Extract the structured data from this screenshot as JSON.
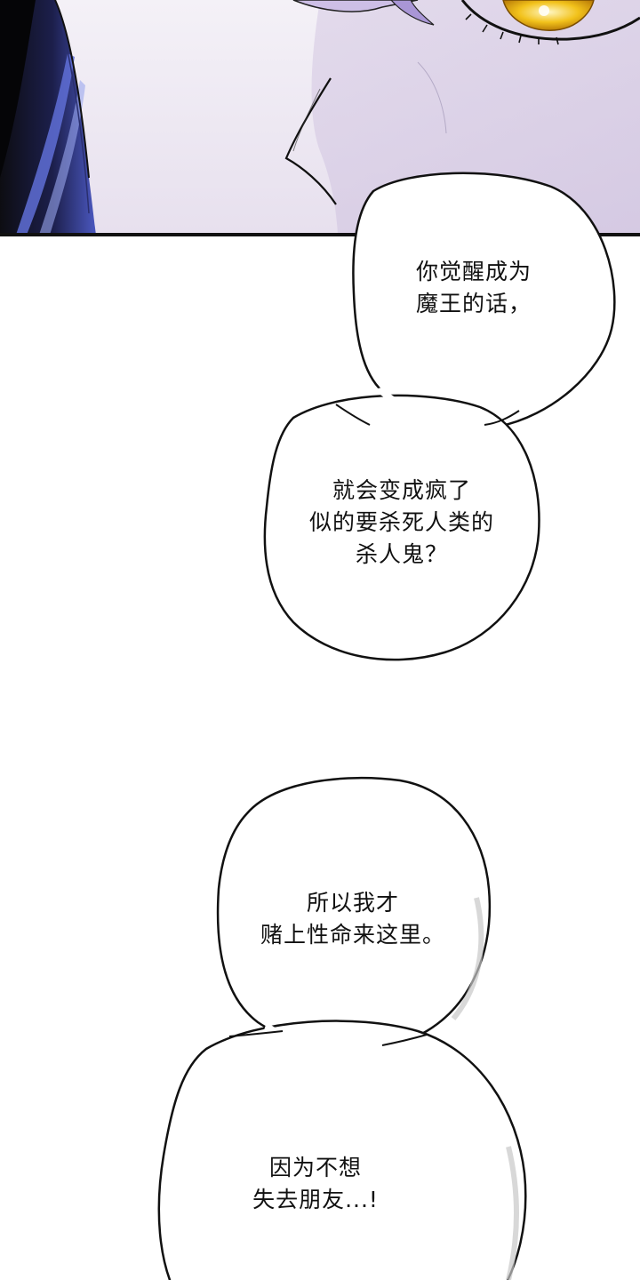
{
  "bubbles": [
    {
      "lines": [
        "你觉醒成为",
        "魔王的话，"
      ]
    },
    {
      "lines": [
        "就会变成疯了",
        "似的要杀死人类的",
        "杀人鬼？"
      ]
    },
    {
      "lines": [
        "所以我才",
        "赌上性命来这里。"
      ]
    },
    {
      "lines": [
        "因为不想",
        "失去朋友...!"
      ]
    }
  ],
  "colors": {
    "ink": "#111111",
    "panel_face": "#efeaf3",
    "panel_hair_dark": "#1d1f4a",
    "panel_hair_blue": "#5563c9",
    "eye_gold": "#f2c21b",
    "background": "#ffffff"
  }
}
